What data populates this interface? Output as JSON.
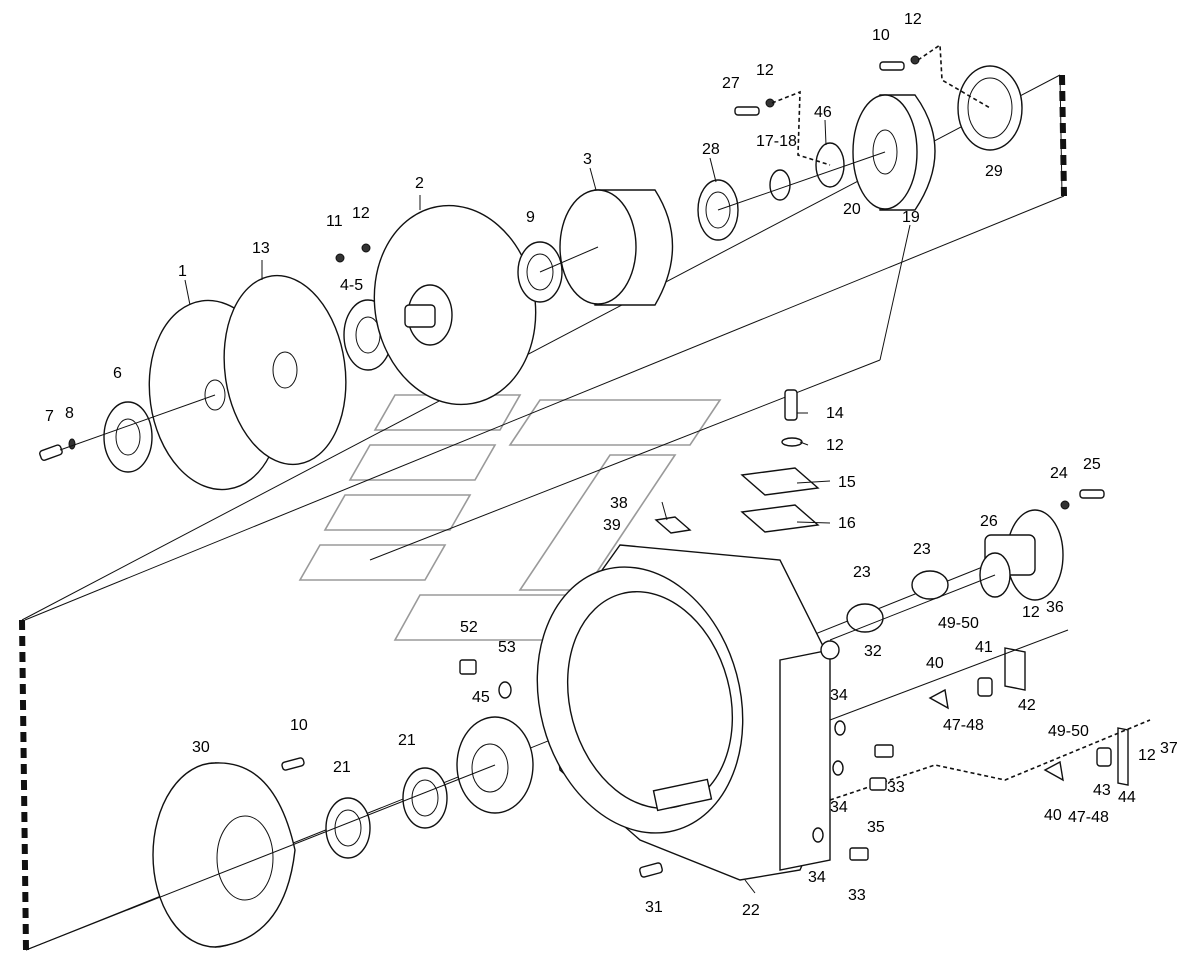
{
  "callouts": [
    {
      "id": "c1",
      "text": "1"
    },
    {
      "id": "c13",
      "text": "13"
    },
    {
      "id": "c2",
      "text": "2"
    },
    {
      "id": "c3",
      "text": "3"
    },
    {
      "id": "c4",
      "text": "4-5"
    },
    {
      "id": "c6",
      "text": "6"
    },
    {
      "id": "c7",
      "text": "7"
    },
    {
      "id": "c8",
      "text": "8"
    },
    {
      "id": "c9",
      "text": "9"
    },
    {
      "id": "c11",
      "text": "11"
    },
    {
      "id": "c12a",
      "text": "12"
    },
    {
      "id": "c28",
      "text": "28"
    },
    {
      "id": "c27",
      "text": "27"
    },
    {
      "id": "c12b",
      "text": "12"
    },
    {
      "id": "c1718",
      "text": "17-18"
    },
    {
      "id": "c46",
      "text": "46"
    },
    {
      "id": "c20",
      "text": "20"
    },
    {
      "id": "c19",
      "text": "19"
    },
    {
      "id": "c10a",
      "text": "10"
    },
    {
      "id": "c12c",
      "text": "12"
    },
    {
      "id": "c29",
      "text": "29"
    },
    {
      "id": "c14",
      "text": "14"
    },
    {
      "id": "c12d",
      "text": "12"
    },
    {
      "id": "c15",
      "text": "15"
    },
    {
      "id": "c16",
      "text": "16"
    },
    {
      "id": "c38",
      "text": "38"
    },
    {
      "id": "c39",
      "text": "39"
    },
    {
      "id": "c24",
      "text": "24"
    },
    {
      "id": "c25",
      "text": "25"
    },
    {
      "id": "c26",
      "text": "26"
    },
    {
      "id": "c23a",
      "text": "23"
    },
    {
      "id": "c23b",
      "text": "23"
    },
    {
      "id": "c52",
      "text": "52"
    },
    {
      "id": "c53",
      "text": "53"
    },
    {
      "id": "c45",
      "text": "45"
    },
    {
      "id": "c32",
      "text": "32"
    },
    {
      "id": "c4950a",
      "text": "49-50"
    },
    {
      "id": "c12e",
      "text": "12"
    },
    {
      "id": "c36",
      "text": "36"
    },
    {
      "id": "c41",
      "text": "41"
    },
    {
      "id": "c40a",
      "text": "40"
    },
    {
      "id": "c4748a",
      "text": "47-48"
    },
    {
      "id": "c42",
      "text": "42"
    },
    {
      "id": "c34a",
      "text": "34"
    },
    {
      "id": "c33a",
      "text": "33"
    },
    {
      "id": "c34b",
      "text": "34"
    },
    {
      "id": "c35",
      "text": "35"
    },
    {
      "id": "c34c",
      "text": "34"
    },
    {
      "id": "c33b",
      "text": "33"
    },
    {
      "id": "c10b",
      "text": "10"
    },
    {
      "id": "c30",
      "text": "30"
    },
    {
      "id": "c21a",
      "text": "21"
    },
    {
      "id": "c21b",
      "text": "21"
    },
    {
      "id": "c31",
      "text": "31"
    },
    {
      "id": "c22",
      "text": "22"
    },
    {
      "id": "c4950b",
      "text": "49-50"
    },
    {
      "id": "c37",
      "text": "37"
    },
    {
      "id": "c12f",
      "text": "12"
    },
    {
      "id": "c43",
      "text": "43"
    },
    {
      "id": "c44",
      "text": "44"
    },
    {
      "id": "c40b",
      "text": "40"
    },
    {
      "id": "c4748b",
      "text": "47-48"
    }
  ]
}
